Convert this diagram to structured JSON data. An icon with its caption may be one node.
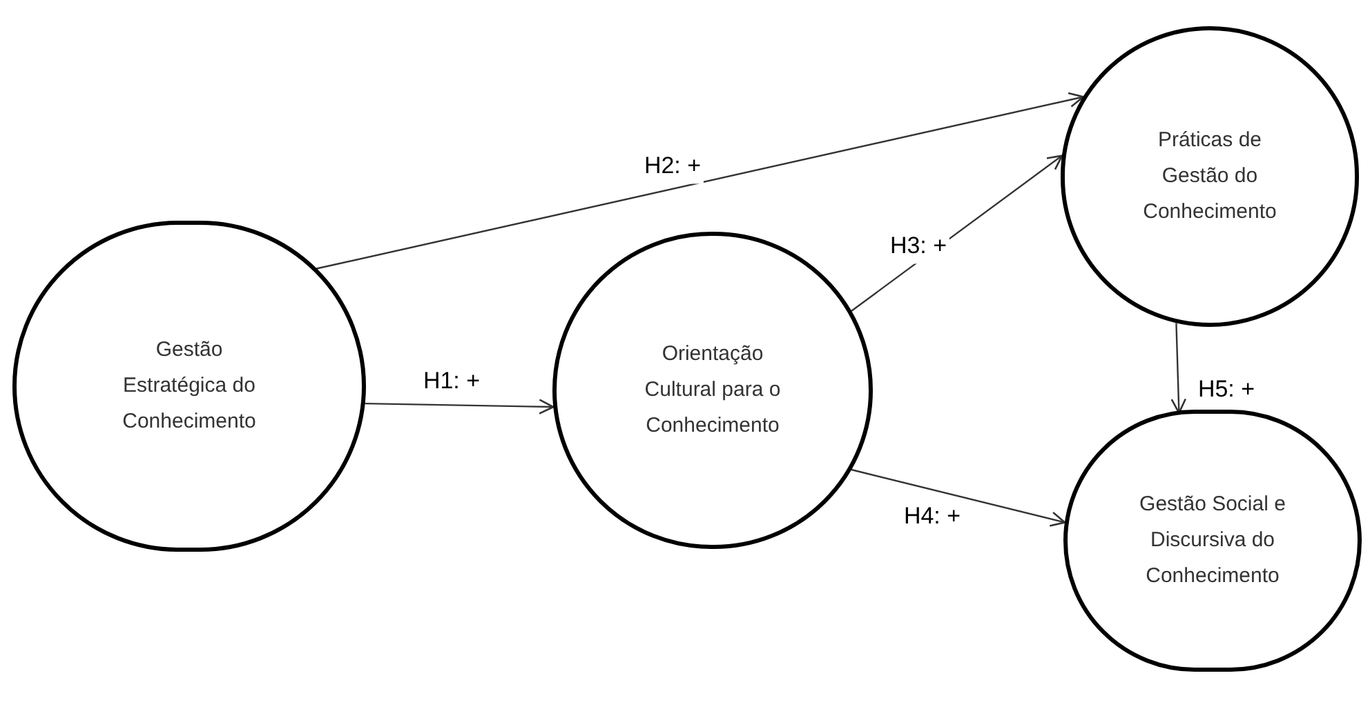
{
  "diagram": {
    "nodes": [
      {
        "text": [
          "Gestão Estratégica do Conhecimento"
        ]
      },
      {
        "text": [
          "Orientação Cultural para o Conhecimento"
        ]
      },
      {
        "text": [
          "Práticas de Gestão do Conhecimento"
        ]
      },
      {
        "text": [
          "Gestão Social e Discursiva do Conhecimento"
        ]
      }
    ],
    "edges": [
      {
        "from": 0,
        "to": 2,
        "arrow": "to",
        "label": "H2: +"
      },
      {
        "from": 0,
        "to": 1,
        "arrow": "to",
        "label": "H1: +"
      },
      {
        "from": 1,
        "to": 2,
        "arrow": "to",
        "label": "H3: +"
      },
      {
        "from": 1,
        "to": 3,
        "arrow": "to",
        "label": "H4: +"
      },
      {
        "from": 2,
        "to": 3,
        "arrow": "to",
        "label": "H5: +"
      }
    ]
  }
}
